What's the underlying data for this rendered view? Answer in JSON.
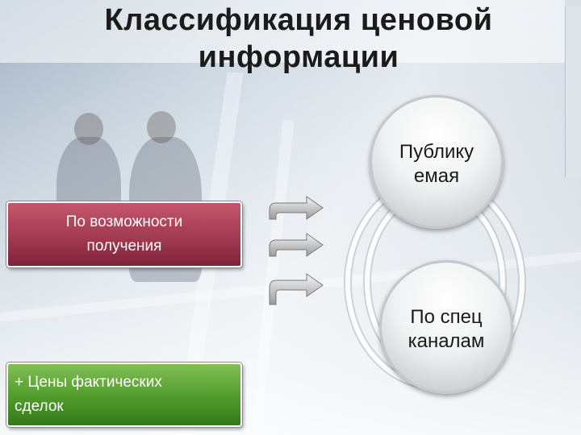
{
  "title": {
    "line1": "Классификация ценовой",
    "line2": "информации"
  },
  "bubbles": {
    "top": {
      "line1": "Публику",
      "line2": "емая"
    },
    "bottom": {
      "line1": "По спец",
      "line2": "каналам"
    }
  },
  "boxes": {
    "red": {
      "line1": "По возможности",
      "line2": "получения"
    },
    "green": {
      "line1": "+ Цены фактических",
      "line2": "сделок"
    }
  },
  "colors": {
    "red_box": "#a23a52",
    "green_box": "#4f9a2c"
  }
}
